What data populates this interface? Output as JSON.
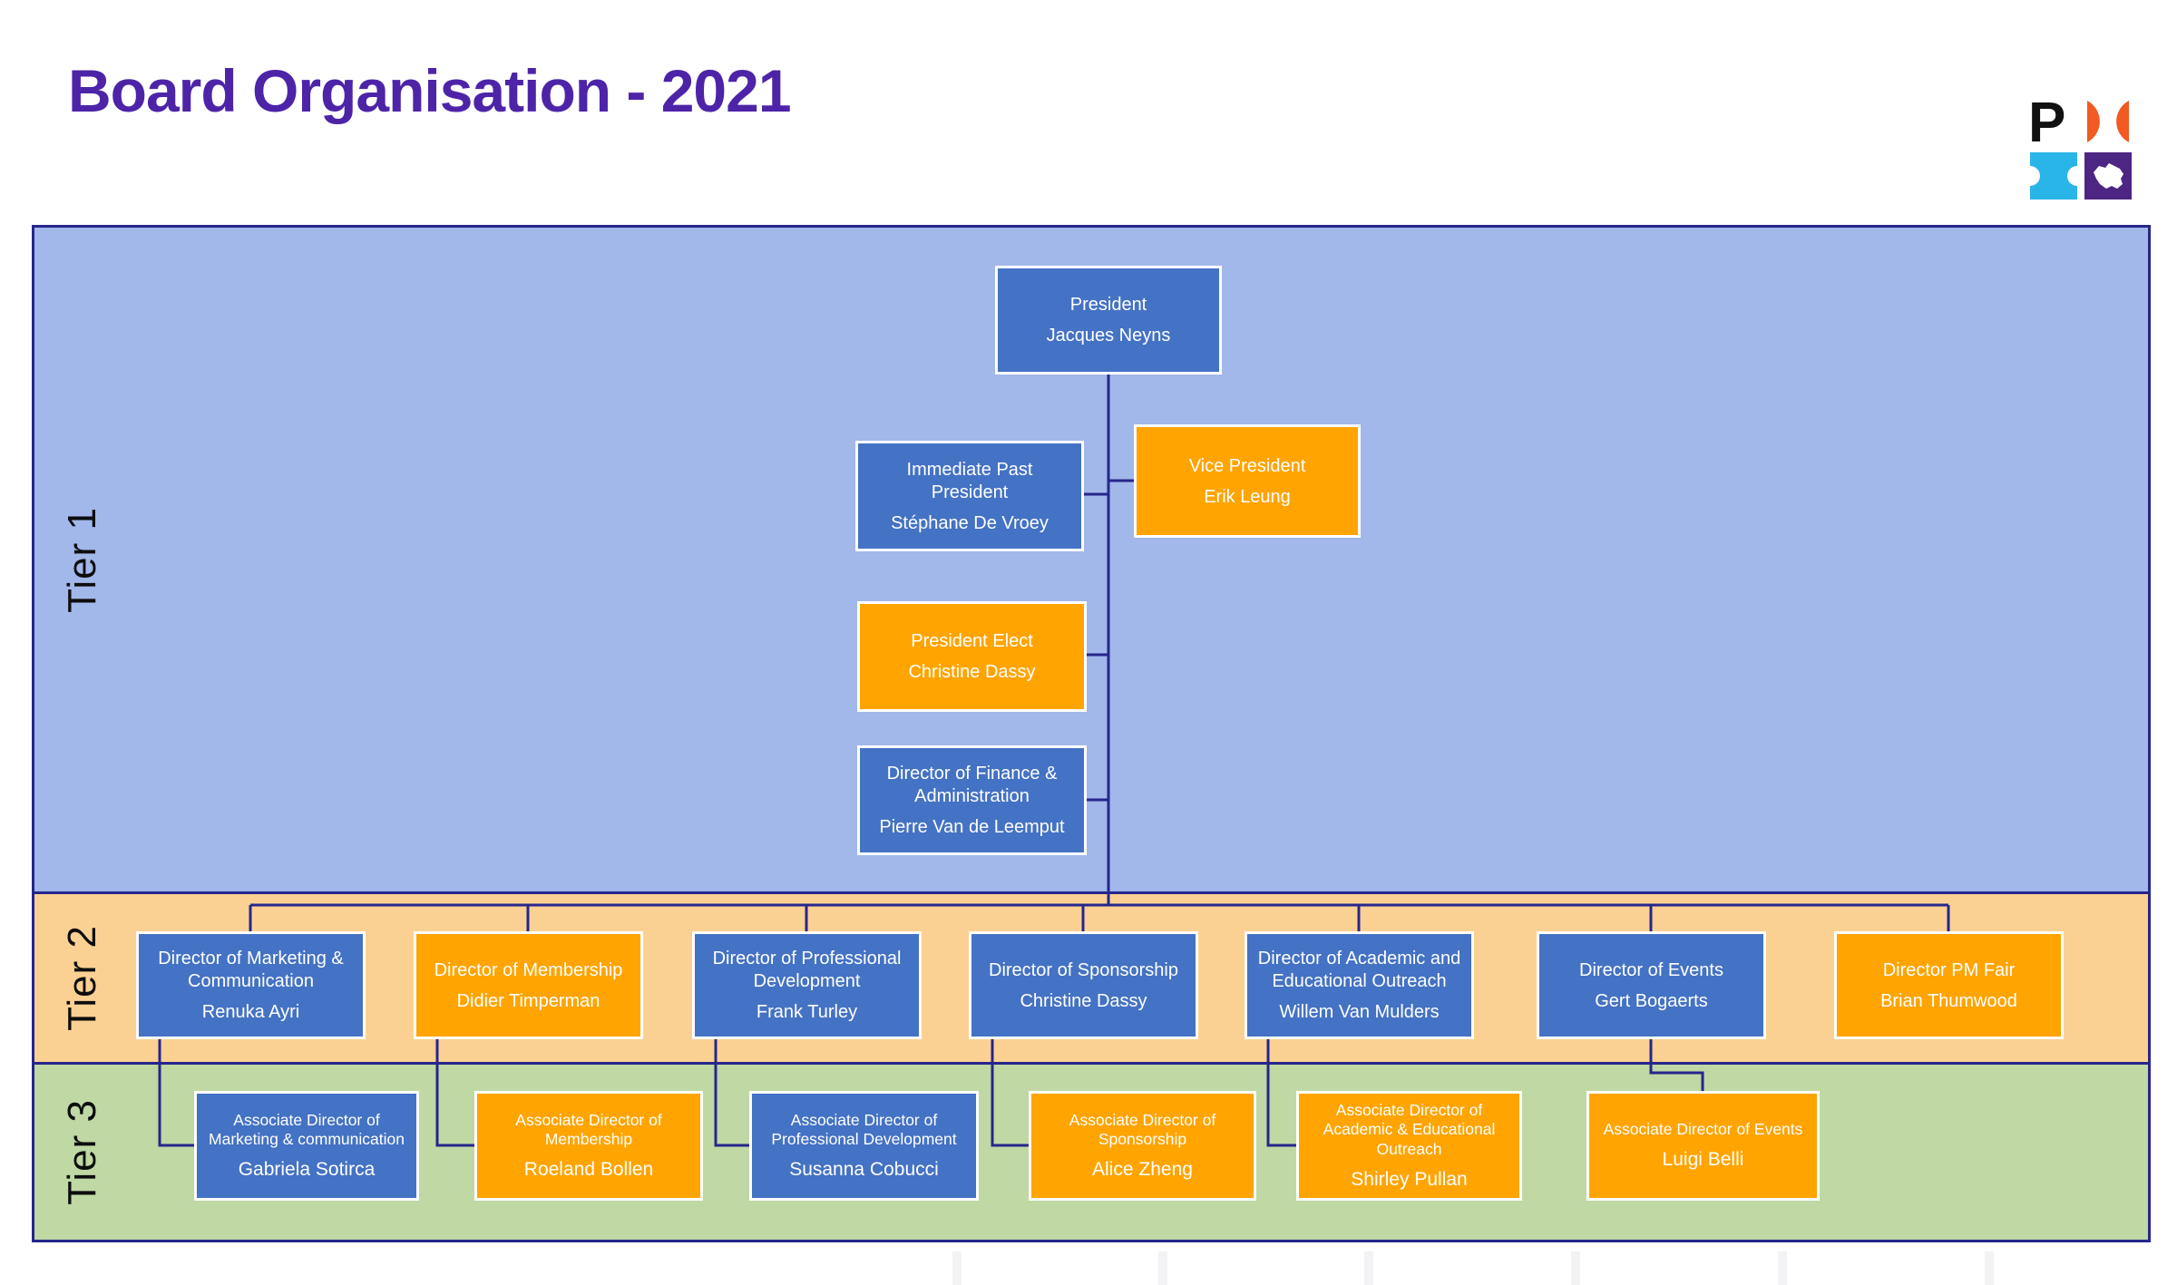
{
  "page": {
    "title": "Board Organisation - 2021"
  },
  "logo": {
    "letter": "P"
  },
  "palette": {
    "title": "#4D24A8",
    "line": "#26268C",
    "band1": "#A2B7EA",
    "band2": "#FBD193",
    "band3": "#BFD8A4",
    "box-blue": "#4472C4",
    "box-orange": "#FFA400",
    "logo-orange": "#F15A22",
    "logo-cyan": "#29B5E8",
    "logo-purple": "#4D2583"
  },
  "tiers": [
    {
      "label": "Tier 1"
    },
    {
      "label": "Tier 2"
    },
    {
      "label": "Tier 3"
    }
  ],
  "boxes": {
    "president": {
      "role": "President",
      "name": "Jacques Neyns",
      "color": "blue"
    },
    "ipp": {
      "role": "Immediate Past President",
      "name": "Stéphane De Vroey",
      "color": "blue"
    },
    "vp": {
      "role": "Vice President",
      "name": "Erik Leung",
      "color": "orange"
    },
    "pe": {
      "role": "President Elect",
      "name": "Christine Dassy",
      "color": "orange"
    },
    "finance": {
      "role": "Director of Finance & Administration",
      "name": "Pierre Van de Leemput",
      "color": "blue"
    },
    "t2_marketing": {
      "role": "Director of Marketing & Communication",
      "name": "Renuka Ayri",
      "color": "blue"
    },
    "t2_membership": {
      "role": "Director of Membership",
      "name": "Didier Timperman",
      "color": "orange"
    },
    "t2_profdev": {
      "role": "Director of Professional Development",
      "name": "Frank Turley",
      "color": "blue"
    },
    "t2_sponsorship": {
      "role": "Director of Sponsorship",
      "name": "Christine Dassy",
      "color": "blue"
    },
    "t2_academic": {
      "role": "Director of Academic and Educational Outreach",
      "name": "Willem Van Mulders",
      "color": "blue"
    },
    "t2_events": {
      "role": "Director of Events",
      "name": "Gert Bogaerts",
      "color": "blue"
    },
    "t2_pmfair": {
      "role": "Director PM Fair",
      "name": "Brian Thumwood",
      "color": "orange"
    },
    "t3_marketing": {
      "role": "Associate Director of Marketing & communication",
      "name": "Gabriela Sotirca",
      "color": "blue"
    },
    "t3_membership": {
      "role": "Associate Director of Membership",
      "name": "Roeland Bollen",
      "color": "orange"
    },
    "t3_profdev": {
      "role": "Associate Director of Professional Development",
      "name": "Susanna Cobucci",
      "color": "blue"
    },
    "t3_sponsorship": {
      "role": "Associate Director of Sponsorship",
      "name": "Alice Zheng",
      "color": "orange"
    },
    "t3_academic": {
      "role": "Associate Director of Academic & Educational Outreach",
      "name": "Shirley Pullan",
      "color": "orange"
    },
    "t3_events": {
      "role": "Associate Director of Events",
      "name": "Luigi Belli",
      "color": "orange"
    }
  }
}
